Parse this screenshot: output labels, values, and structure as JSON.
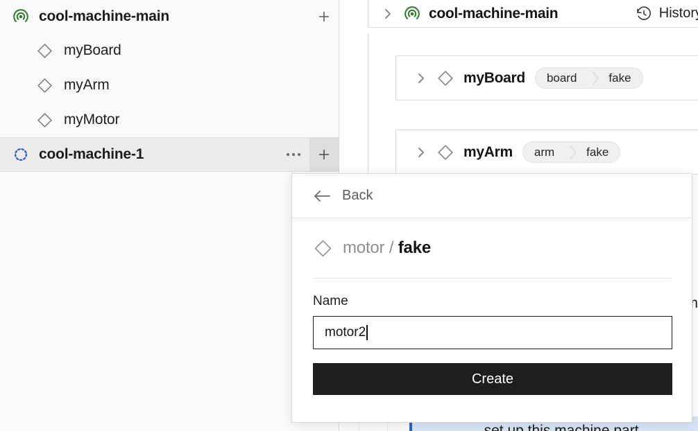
{
  "sidebar": {
    "root": {
      "label": "cool-machine-main",
      "icon": "machine-signal-icon",
      "icon_color": "#2f7d32",
      "add_label": "+"
    },
    "children": [
      {
        "label": "myBoard",
        "icon": "diamond-part-icon"
      },
      {
        "label": "myArm",
        "icon": "diamond-part-icon"
      },
      {
        "label": "myMotor",
        "icon": "diamond-part-icon"
      }
    ],
    "selected_row": {
      "label": "cool-machine-1",
      "icon": "dashed-circle-pending-icon",
      "icon_color": "#2f5fd0",
      "more_label": "•••",
      "add_label": "+"
    }
  },
  "main": {
    "machine_header": {
      "expand_icon": "chevron-right-icon",
      "icon": "machine-signal-icon",
      "title": "cool-machine-main",
      "history_icon": "clock-rewind-icon",
      "history_label": "History"
    },
    "parts": [
      {
        "expand_icon": "chevron-right-icon",
        "icon": "diamond-part-icon",
        "name": "myBoard",
        "badge_type": "board",
        "badge_model": "fake"
      },
      {
        "expand_icon": "chevron-right-icon",
        "icon": "diamond-part-icon",
        "name": "myArm",
        "badge_type": "arm",
        "badge_model": "fake"
      }
    ],
    "info_banner": {
      "text": "set up this machine part.",
      "accent_color": "#2563d6",
      "background_color": "#d6e4f7"
    },
    "clipped_right_text": "m"
  },
  "modal": {
    "back": {
      "icon": "arrow-left-icon",
      "label": "Back"
    },
    "heading": {
      "icon": "diamond-part-icon",
      "api": "motor",
      "separator": "/",
      "model": "fake"
    },
    "name_field": {
      "label": "Name",
      "value": "motor2",
      "placeholder": "Name"
    },
    "create_button": {
      "label": "Create",
      "background_color": "#1e1e1e",
      "text_color": "#ffffff"
    }
  }
}
